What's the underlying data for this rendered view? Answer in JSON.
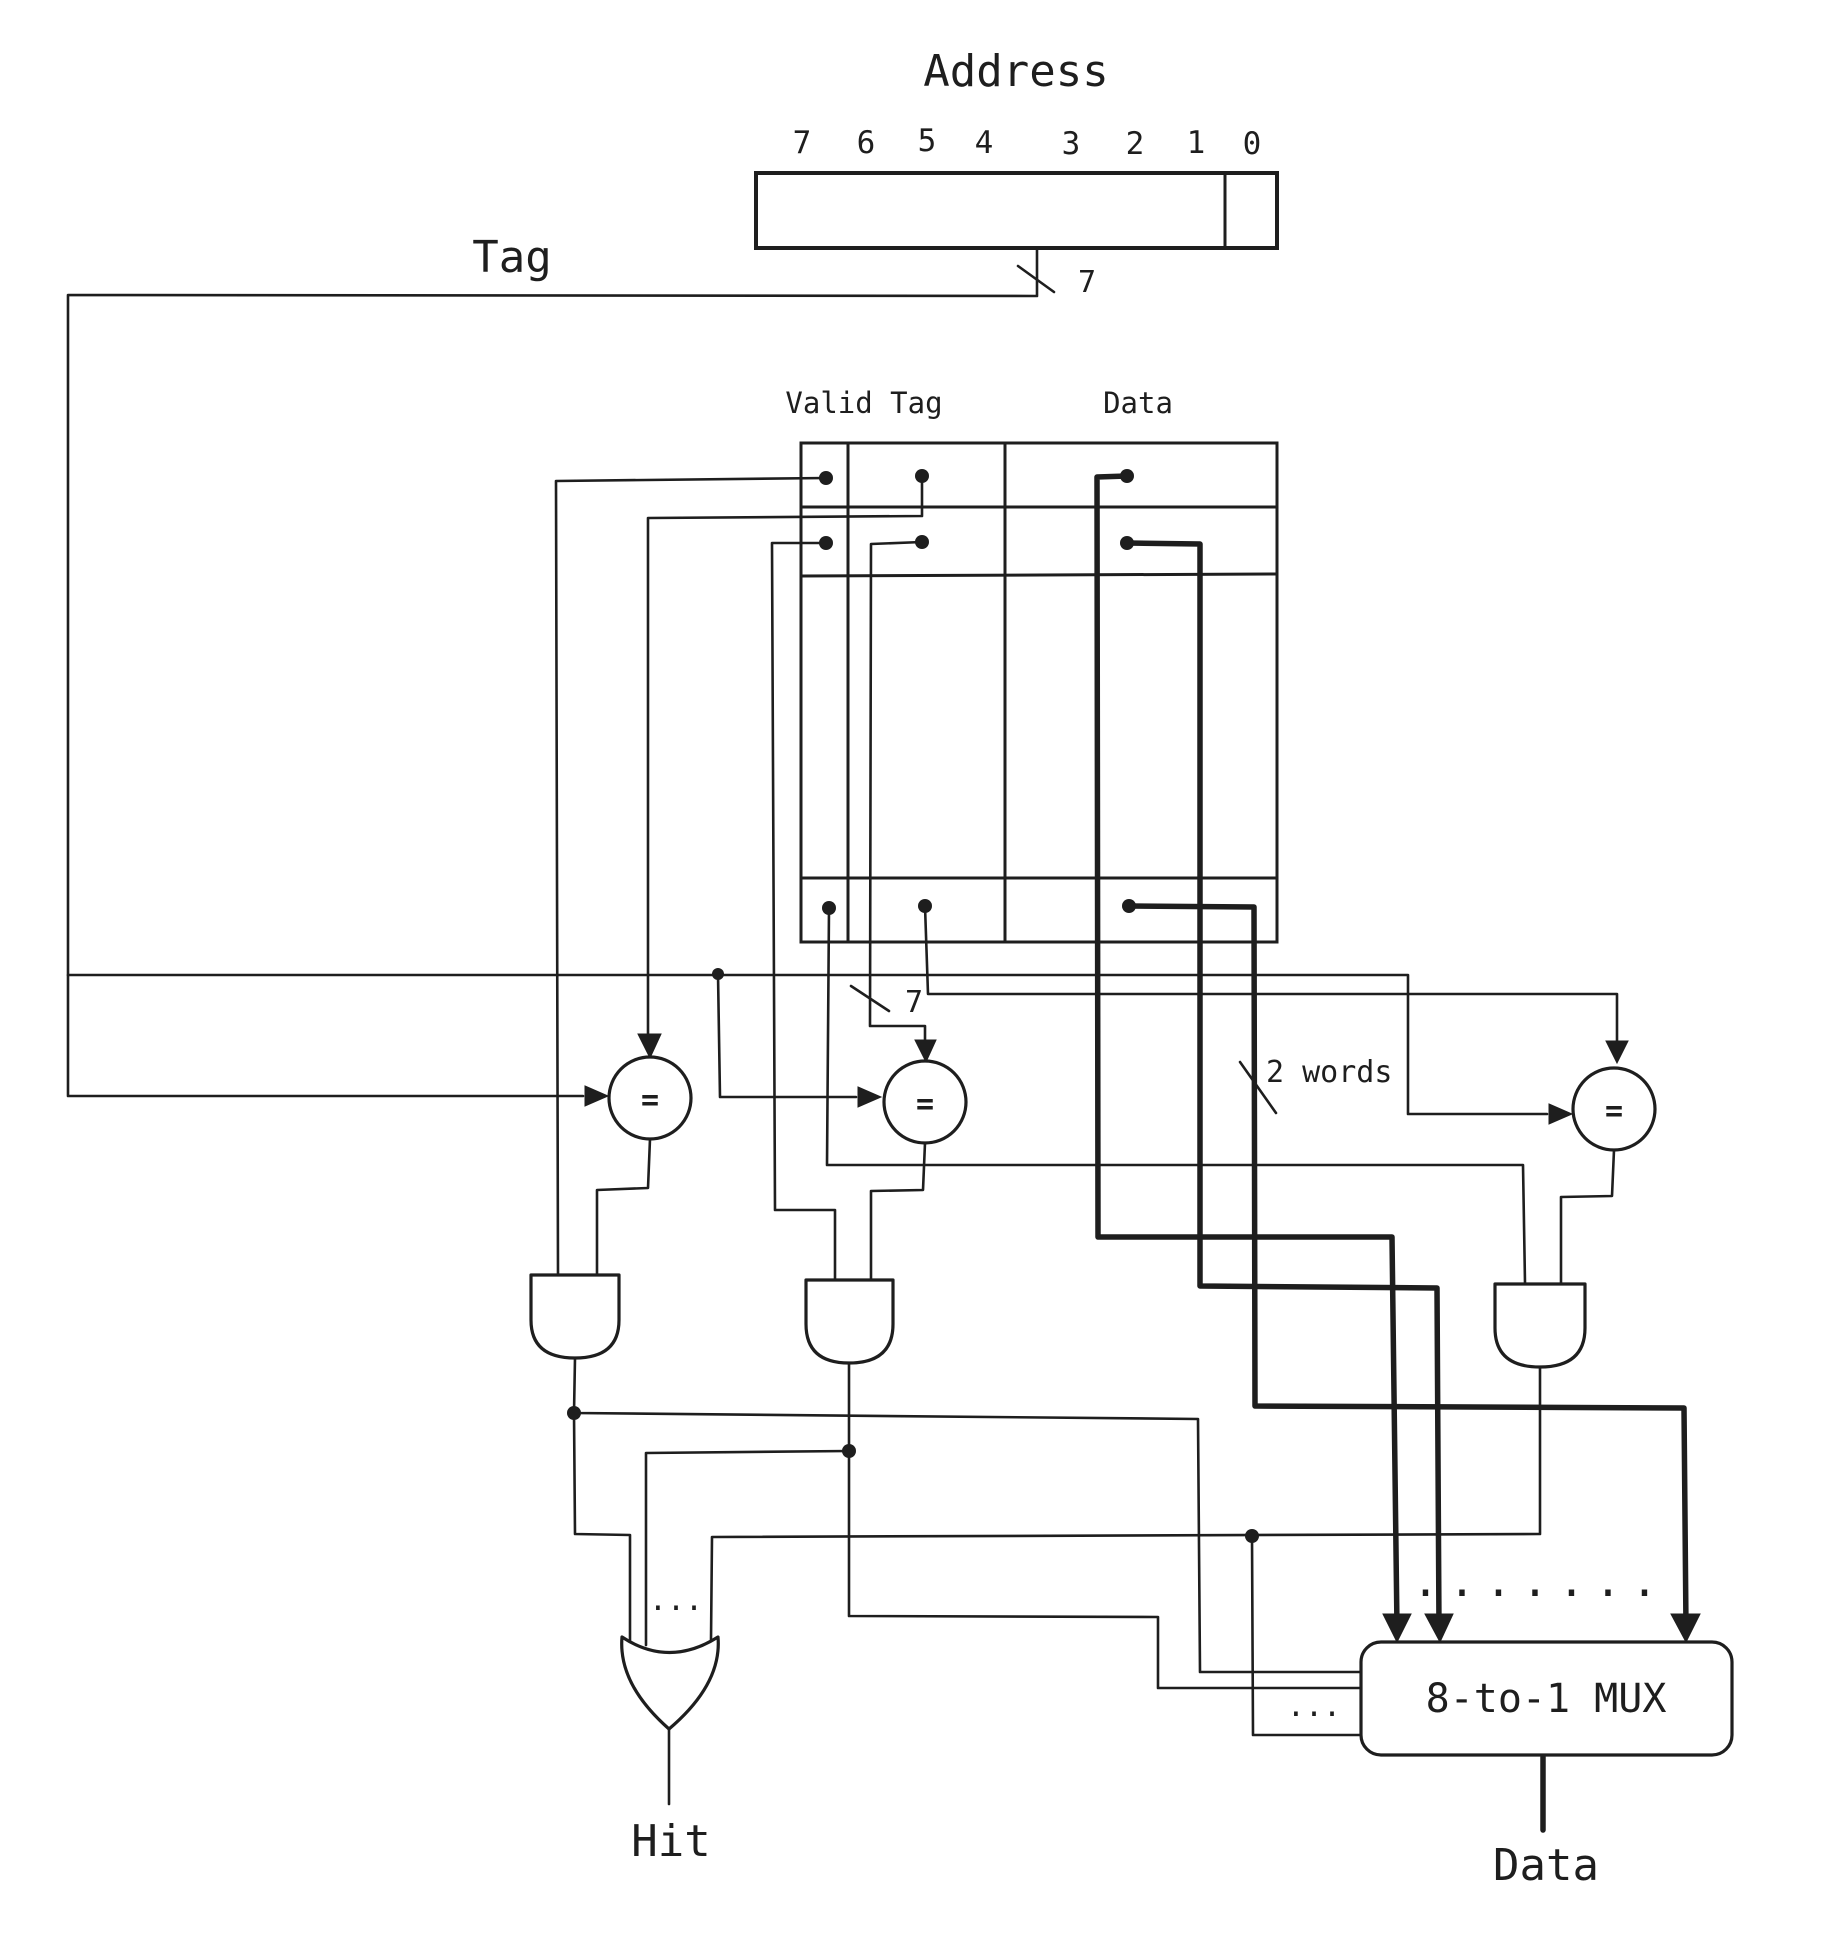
{
  "title": "Address",
  "address": {
    "label": "Address",
    "bits": [
      "7",
      "6",
      "5",
      "4",
      "3",
      "2",
      "1",
      "0"
    ],
    "tag_bus_width": "7"
  },
  "tag_label": "Tag",
  "cache": {
    "headers": {
      "valid_tag": "Valid Tag",
      "data": "Data"
    },
    "visible_rows": 3
  },
  "buses": {
    "tag_width_label": "7",
    "data_width_label": "2 words"
  },
  "comparators": [
    {
      "symbol": "="
    },
    {
      "symbol": "="
    },
    {
      "symbol": "="
    }
  ],
  "or_gate": {
    "ellipsis": "..."
  },
  "mux": {
    "label": "8-to-1 MUX",
    "input_ellipsis": ".......",
    "select_ellipsis": "..."
  },
  "outputs": {
    "hit": "Hit",
    "data": "Data"
  },
  "colors": {
    "ink": "#1e1e1e",
    "background": "#ffffff"
  }
}
